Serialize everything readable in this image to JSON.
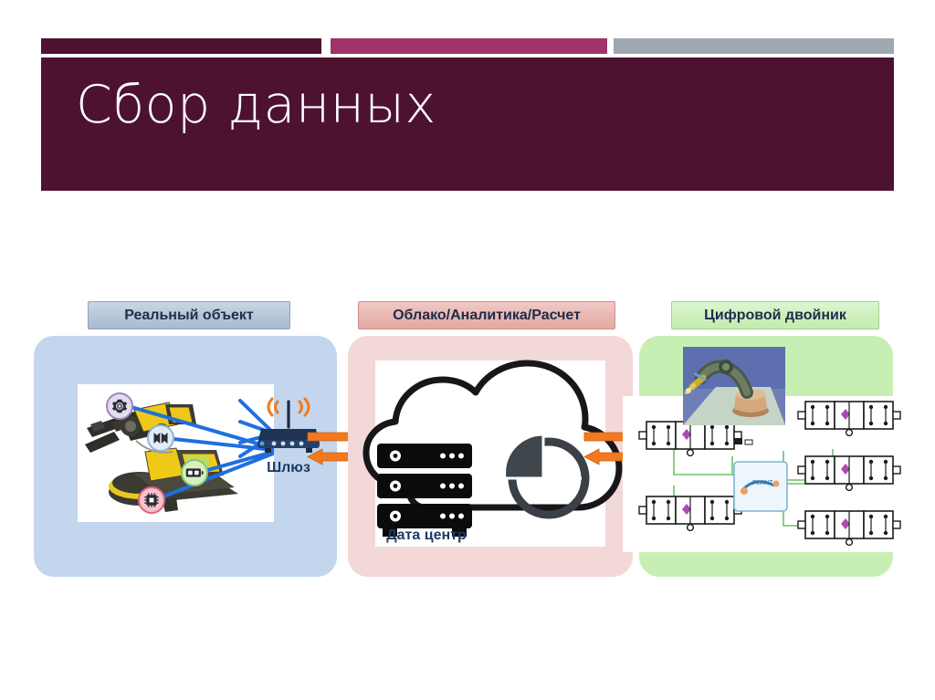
{
  "slide": {
    "title": "Сбор данных",
    "background_color": "#FFFFFF",
    "title_band_color": "#4E1231",
    "accent_colors": [
      "#4E1231",
      "#9E3469",
      "#9FA8B0"
    ]
  },
  "diagram": {
    "sections": [
      {
        "id": "real-object",
        "chip_label": "Реальный объект",
        "chip_color": "#b7c6d8",
        "panel_color": "#c3d6ed",
        "items": [
          {
            "label": "Шлюз",
            "icon": "router-icon"
          }
        ],
        "sensors": [
          {
            "name": "gear-sensor",
            "icon": "gear-icon",
            "color": "#9b86bd"
          },
          {
            "name": "signal-sensor",
            "icon": "signal-icon",
            "color": "#93b2d6"
          },
          {
            "name": "battery-sensor",
            "icon": "battery-icon",
            "color": "#8cc46c"
          },
          {
            "name": "chip-sensor",
            "icon": "chip-icon",
            "color": "#e0637e"
          }
        ]
      },
      {
        "id": "cloud-analytics",
        "chip_label": "Облако/Аналитика/Расчет",
        "chip_color": "#e8b6b0",
        "panel_color": "#f2d8d6",
        "items": [
          {
            "label": "Дата центр",
            "icon": "server-rack-icon"
          },
          {
            "label": "",
            "icon": "pie-chart-icon"
          },
          {
            "label": "",
            "icon": "cloud-icon"
          }
        ]
      },
      {
        "id": "digital-twin",
        "chip_label": "Цифровой двойник",
        "chip_color": "#cdf0bd",
        "panel_color": "#c7efb4",
        "items": [
          {
            "label": "",
            "icon": "robot-arm-render-icon"
          },
          {
            "label": "",
            "icon": "block-diagram-icon"
          }
        ]
      }
    ],
    "connectors": [
      {
        "name": "gateway-to-cloud",
        "direction": "bidirectional",
        "color": "#F2791E"
      },
      {
        "name": "cloud-to-twin",
        "direction": "bidirectional",
        "color": "#F2791E"
      }
    ]
  }
}
